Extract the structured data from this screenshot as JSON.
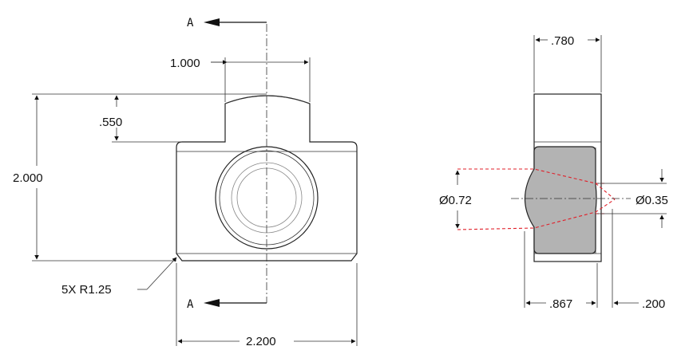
{
  "front_view": {
    "section_label_top": "A",
    "section_label_bottom": "A",
    "dim_boss_width": "1.000",
    "dim_boss_height": ".550",
    "dim_overall_height": "2.000",
    "dim_overall_width": "2.200",
    "note_radius": "5X R1.25"
  },
  "side_view": {
    "dim_top_width": ".780",
    "dim_dia_large": "Ø0.72",
    "dim_dia_small": "Ø0.35",
    "dim_bottom_width": ".867",
    "dim_offset": ".200"
  },
  "colors": {
    "hidden_line": "#e0202a",
    "section_fill": "#b3b3b3",
    "line": "#222222"
  }
}
